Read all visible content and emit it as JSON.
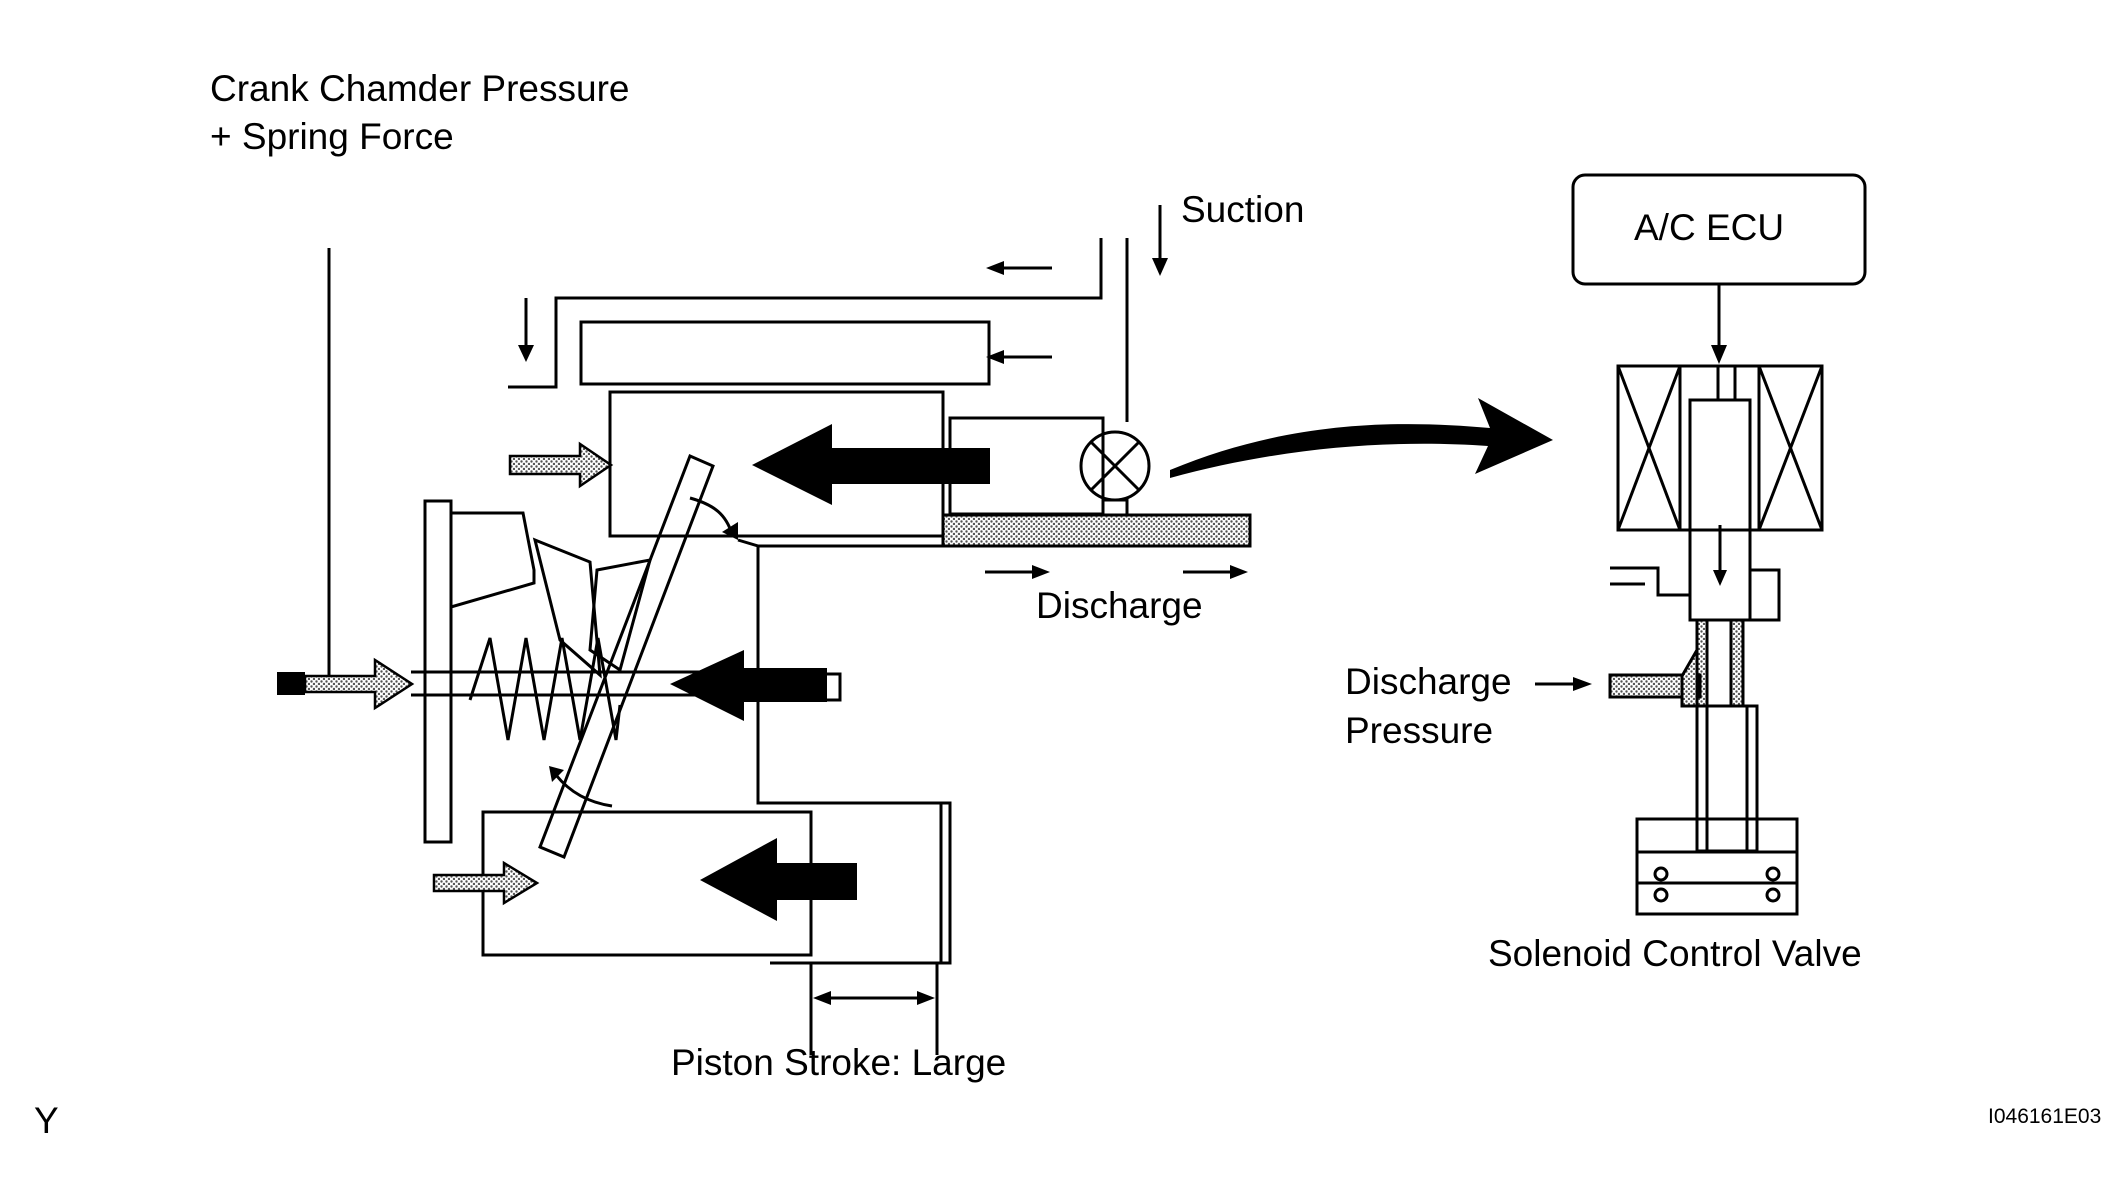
{
  "labels": {
    "crank_line1": "Crank Chamder Pressure",
    "crank_line2": "+ Spring Force",
    "suction": "Suction",
    "discharge": "Discharge",
    "discharge_pressure_line1": "Discharge",
    "discharge_pressure_line2": "Pressure",
    "ac_ecu": "A/C ECU",
    "solenoid_valve": "Solenoid Control Valve",
    "piston_stroke": "Piston Stroke: Large",
    "corner_mark": "Y",
    "figure_id": "I046161E03"
  },
  "colors": {
    "line": "#000000",
    "background": "#ffffff",
    "hatch": "#9a9a9a"
  }
}
